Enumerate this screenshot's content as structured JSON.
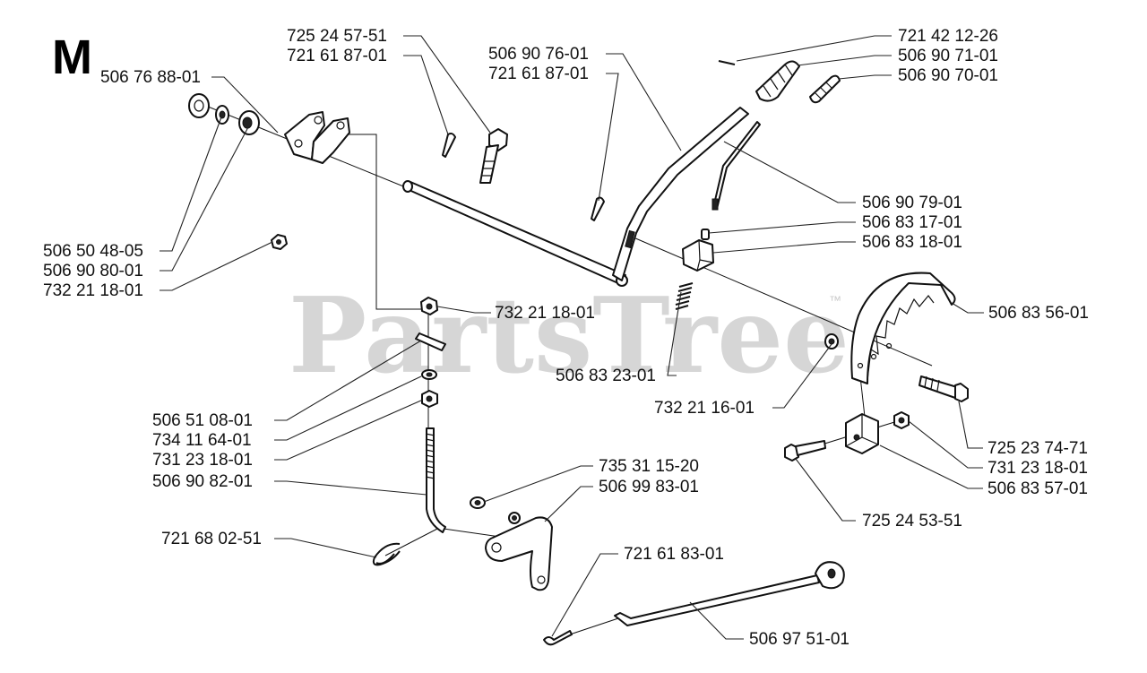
{
  "section_letter": "M",
  "watermark": {
    "brand": "PartsTree",
    "trademark": "™"
  },
  "labels": {
    "l01": "725 24 57-51",
    "l02": "721 61 87-01",
    "l03": "506 90 76-01",
    "l04": "721 61 87-01",
    "l05": "721 42 12-26",
    "l06": "506 90 71-01",
    "l07": "506 90 70-01",
    "l08": "506 76 88-01",
    "l09": "506 90 79-01",
    "l10": "506 83 17-01",
    "l11": "506 83 18-01",
    "l12": "506 50 48-05",
    "l13": "506 90 80-01",
    "l14": "732 21 18-01",
    "l15": "506 83 56-01",
    "l16": "732 21 18-01",
    "l17": "506 83 23-01",
    "l18": "732 21 16-01",
    "l19": "506 51 08-01",
    "l20": "734 11 64-01",
    "l21": "731 23 18-01",
    "l22": "506 90 82-01",
    "l23": "725 23 74-71",
    "l24": "731 23 18-01",
    "l25": "506 83 57-01",
    "l26": "735 31 15-20",
    "l27": "506 99 83-01",
    "l28": "725 24 53-51",
    "l29": "721 68 02-51",
    "l30": "721 61 83-01",
    "l31": "506 97 51-01"
  }
}
